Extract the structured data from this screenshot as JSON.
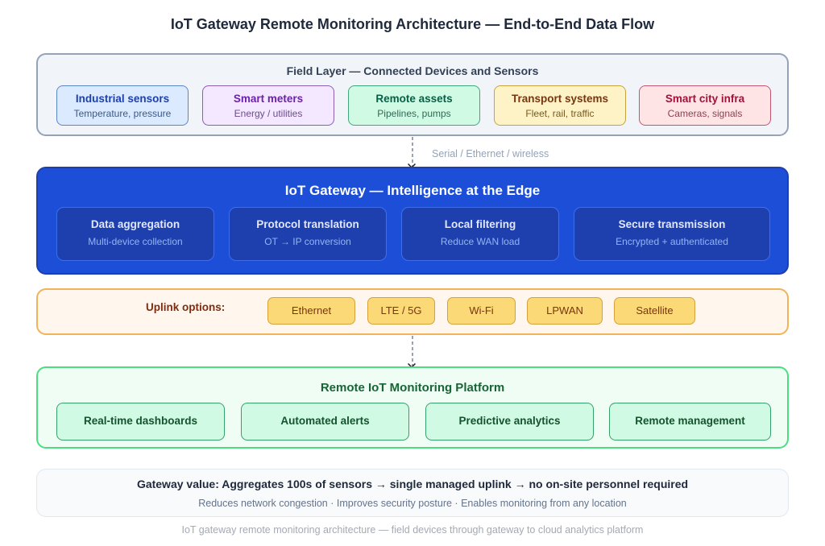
{
  "title": "IoT Gateway Remote Monitoring Architecture — End-to-End Data Flow",
  "field_layer": {
    "title": "Field Layer — Connected Devices and Sensors",
    "devices": [
      {
        "name": "Industrial sensors",
        "detail": "Temperature, pressure",
        "bg": "#dbeafe",
        "border": "#5b86c7",
        "title_color": "#1e40af",
        "detail_color": "#365a8c"
      },
      {
        "name": "Smart meters",
        "detail": "Energy / utilities",
        "bg": "#f3e8ff",
        "border": "#8b5fb0",
        "title_color": "#6b21a8",
        "detail_color": "#6d4a8c"
      },
      {
        "name": "Remote assets",
        "detail": "Pipelines, pumps",
        "bg": "#d1fae5",
        "border": "#3fa77a",
        "title_color": "#065f46",
        "detail_color": "#2f6a52"
      },
      {
        "name": "Transport systems",
        "detail": "Fleet, rail, traffic",
        "bg": "#fef3c7",
        "border": "#c7a23f",
        "title_color": "#78350f",
        "detail_color": "#7a5a1f"
      },
      {
        "name": "Smart city infra",
        "detail": "Cameras, signals",
        "bg": "#ffe4e6",
        "border": "#c2566f",
        "title_color": "#9f1239",
        "detail_color": "#8c4050"
      }
    ]
  },
  "connector_1": {
    "label": "Serial / Ethernet / wireless"
  },
  "gateway": {
    "title": "IoT Gateway — Intelligence at the Edge",
    "functions": [
      {
        "name": "Data aggregation",
        "detail": "Multi-device collection"
      },
      {
        "name": "Protocol translation",
        "detail": "OT → IP conversion"
      },
      {
        "name": "Local filtering",
        "detail": "Reduce WAN load"
      },
      {
        "name": "Secure transmission",
        "detail": "Encrypted + authenticated"
      }
    ]
  },
  "uplink": {
    "label": "Uplink options:",
    "options": [
      "Ethernet",
      "LTE / 5G",
      "Wi-Fi",
      "LPWAN",
      "Satellite"
    ]
  },
  "platform": {
    "title": "Remote IoT Monitoring Platform",
    "features": [
      "Real-time dashboards",
      "Automated alerts",
      "Predictive analytics",
      "Remote management"
    ]
  },
  "value": {
    "headline": "Gateway value: Aggregates 100s of sensors → single managed uplink → no on-site personnel required",
    "benefits": "Reduces network congestion · Improves security posture · Enables monitoring from any location"
  },
  "caption": "IoT gateway remote monitoring architecture — field devices through gateway to cloud analytics platform"
}
